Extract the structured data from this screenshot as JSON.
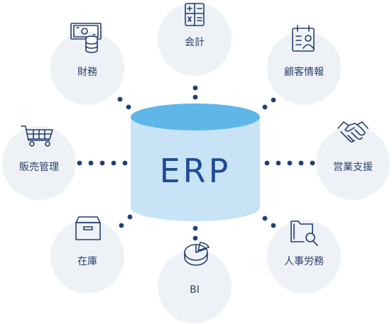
{
  "center": {
    "label": "ERP",
    "colors": {
      "side": "#c7e3f5",
      "top": "#5eb7e8",
      "text": "#1f4b93"
    }
  },
  "nodes": [
    {
      "id": "accounting",
      "label": "会計",
      "icon": "calculator-icon"
    },
    {
      "id": "customer-info",
      "label": "顧客情報",
      "icon": "customer-card-icon"
    },
    {
      "id": "sales-support",
      "label": "営業支援",
      "icon": "handshake-icon"
    },
    {
      "id": "hr-labor",
      "label": "人事労務",
      "icon": "folder-search-icon"
    },
    {
      "id": "bi",
      "label": "BI",
      "icon": "pie-chart-icon"
    },
    {
      "id": "inventory",
      "label": "在庫",
      "icon": "box-icon"
    },
    {
      "id": "sales-management",
      "label": "販売管理",
      "icon": "shopping-cart-icon"
    },
    {
      "id": "finance",
      "label": "財務",
      "icon": "money-coins-icon"
    }
  ],
  "colors": {
    "node_circle": "#eef2f7",
    "connector_dot": "#1f3f7a",
    "icon_stroke": "#233c6e",
    "label_text": "#2a3f6b"
  }
}
